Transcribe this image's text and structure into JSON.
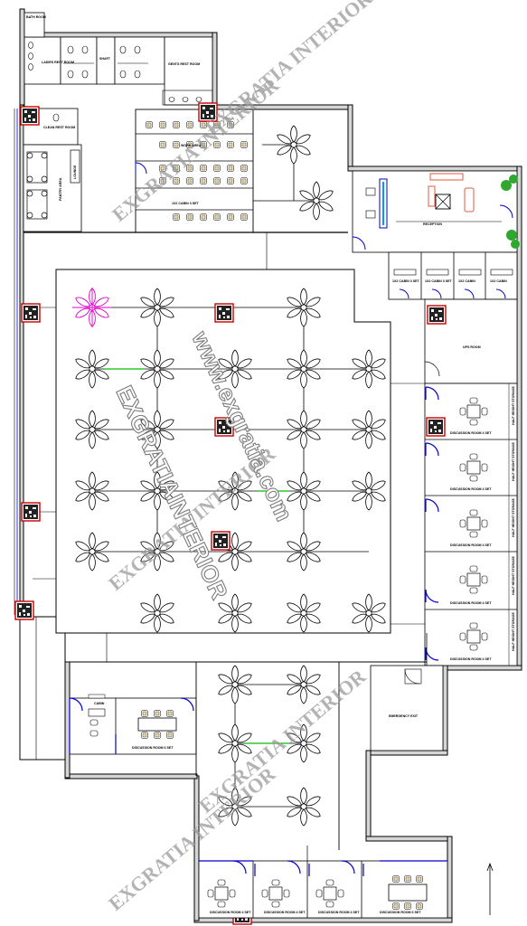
{
  "watermark": {
    "brand": "EXGRATIA INTERIOR",
    "brand_alt": "EXGRATIAINTERIOR",
    "url": "www.exgratia.com"
  },
  "colors": {
    "wall_fill": "#d6d6d6",
    "line": "#000000",
    "door_blue": "#0000cc",
    "qr_red": "#cc0000",
    "sofa_red": "#e05a3a",
    "plant_green": "#2fa82f",
    "pink": "#e000c8",
    "green_line": "#00c000"
  },
  "rooms": {
    "bath_room": "BATH ROOM",
    "ladies_room": "LADIES REST ROOM",
    "shaft": "SHAFT",
    "gents_room": "GENTS REST ROOM",
    "clean_room": "CLEAN REST ROOM",
    "pantry": "PANTRY AREA",
    "lounge": "LOUNGE",
    "work_area": "WORK AREA",
    "workstations": "1X2 CABIN 3 SET",
    "reception": "RECEPTION",
    "cabins": [
      "1X2 CABIN 3 SET",
      "1X2 CABIN 3 SET",
      "1X2 CABIN",
      "1X2 CABIN"
    ],
    "ups_room": "UPS ROOM",
    "discussion": [
      "DISCUSSION ROOM 4 SET",
      "DISCUSSION ROOM 4 SET",
      "DISCUSSION ROOM 4 SET",
      "DISCUSSION ROOM 4 SET",
      "DISCUSSION ROOM 4 SET"
    ],
    "storage": "HALF HEIGHT STORAGE",
    "emergency": "EMERGENCY EXIT",
    "cabin": "CABIN",
    "discussion_6": "DISCUSSION ROOM 6 SET",
    "bottom_rooms": [
      "DISCUSSION ROOM 4 SET",
      "DISCUSSION ROOM 4 SET",
      "DISCUSSION ROOM 4 SET",
      "DISCUSSION ROOM 6 SET"
    ]
  }
}
